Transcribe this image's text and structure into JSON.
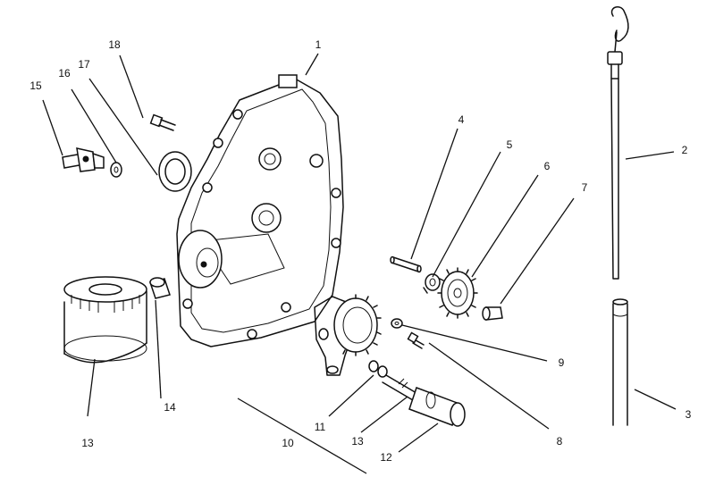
{
  "callouts": {
    "c1": "1",
    "c2": "2",
    "c3": "3",
    "c4": "4",
    "c5": "5",
    "c6": "6",
    "c7": "7",
    "c8": "8",
    "c9": "9",
    "c10": "10",
    "c11": "11",
    "c12": "12",
    "c13a": "13",
    "c13b": "13",
    "c14": "14",
    "c15": "15",
    "c16": "16",
    "c17": "17",
    "c18": "18"
  },
  "parts": {
    "p1": "gear-cover",
    "p2": "dipstick",
    "p3": "dipstick-tube",
    "p4": "pin",
    "p5": "washer",
    "p6": "governor-gear",
    "p7": "plug",
    "p8": "screw",
    "p9": "washer",
    "p10": "oil-pump-assembly",
    "p11": "o-ring",
    "p12": "pickup-screen",
    "p13": "oil-filter",
    "p14": "fitting",
    "p15": "elbow-fitting",
    "p16": "washer",
    "p17": "oil-seal",
    "p18": "bolt"
  }
}
